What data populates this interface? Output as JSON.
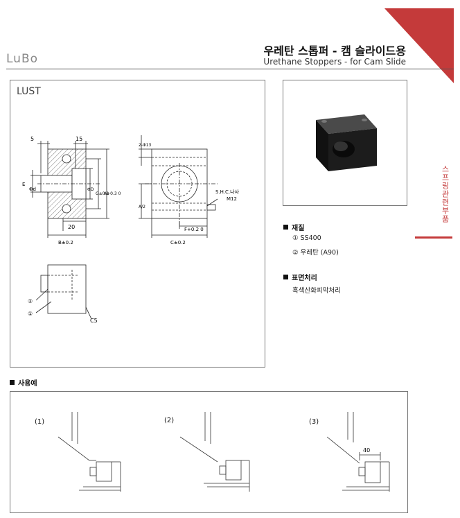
{
  "header": {
    "logo": "LuBo",
    "title_ko": "우레탄 스톱퍼 - 캠 슬라이드용",
    "title_en": "Urethane Stoppers - for Cam Slide"
  },
  "side_tab": "스프링관련부품",
  "product_code": "LUST",
  "drawing_labels": {
    "dim_5": "5",
    "dim_15": "15",
    "dim_e": "E",
    "dim_d": "Φd",
    "dim_D": "ΦD",
    "dim_G": "G±0.1",
    "dim_A": "A+0.3 0",
    "dim_20": "20",
    "dim_B": "B±0.2",
    "dim_2_13": "2-Φ13",
    "dim_A2": "A/2",
    "dim_F": "F+0.2 0",
    "dim_C": "C±0.2",
    "screw_label": "S.H.C.나사",
    "screw_size": "M12",
    "part_1": "①",
    "part_2": "②",
    "chamfer": "C5"
  },
  "specs": {
    "material_title": "재질",
    "material_1": "① SS400",
    "material_2": "② 우레탄 (A90)",
    "surface_title": "표면처리",
    "surface_value": "흑색산화피막처리"
  },
  "usage": {
    "title": "사용예",
    "cases": [
      "(1)",
      "(2)",
      "(3)"
    ],
    "dim_40": "40"
  },
  "colors": {
    "accent": "#c43a3a",
    "border": "#777777",
    "block": "#1c1c1c"
  }
}
